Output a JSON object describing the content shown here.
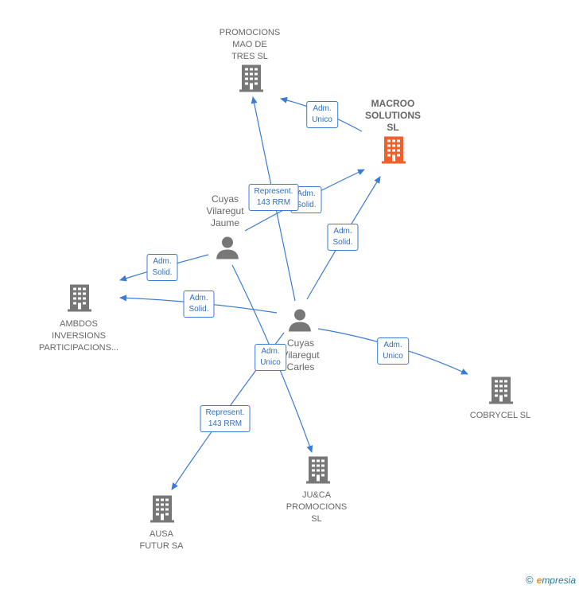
{
  "colors": {
    "edge": "#3a7bd5",
    "company": "#777777",
    "highlight": "#f0602a",
    "person": "#777777"
  },
  "nodes": {
    "promocions_mao": {
      "label": "PROMOCIONS\nMAO DE\nTRES  SL",
      "icon": "building-icon"
    },
    "macroo": {
      "label": "MACROO\nSOLUTIONS\nSL",
      "icon": "building-icon"
    },
    "cuyas_jaume": {
      "label": "Cuyas\nVilaregut\nJaume",
      "icon": "person-icon"
    },
    "ambdos": {
      "label": "AMBDOS\nINVERSIONS\nPARTICIPACIONS...",
      "icon": "building-icon"
    },
    "cuyas_carles": {
      "label": "Cuyas\nVilaregut\nCarles",
      "icon": "person-icon"
    },
    "cobrycel": {
      "label": "COBRYCEL  SL",
      "icon": "building-icon"
    },
    "juca": {
      "label": "JU&CA\nPROMOCIONS\nSL",
      "icon": "building-icon"
    },
    "ausa": {
      "label": "AUSA\nFUTUR SA",
      "icon": "building-icon"
    }
  },
  "edges": {
    "e1": "Adm.\nUnico",
    "e2": "Represent.\n143 RRM",
    "e3": "Adm.\nSolid.",
    "e4": "Adm.\nSolid.",
    "e5": "Adm.\nSolid.",
    "e6": "Adm.\nSolid.",
    "e7": "Adm.\nUnico",
    "e8": "Adm.\nUnico",
    "e9": "Represent.\n143 RRM"
  },
  "footer": {
    "copyright": "©",
    "brand_e": "e",
    "brand_rest": "mpresia"
  }
}
